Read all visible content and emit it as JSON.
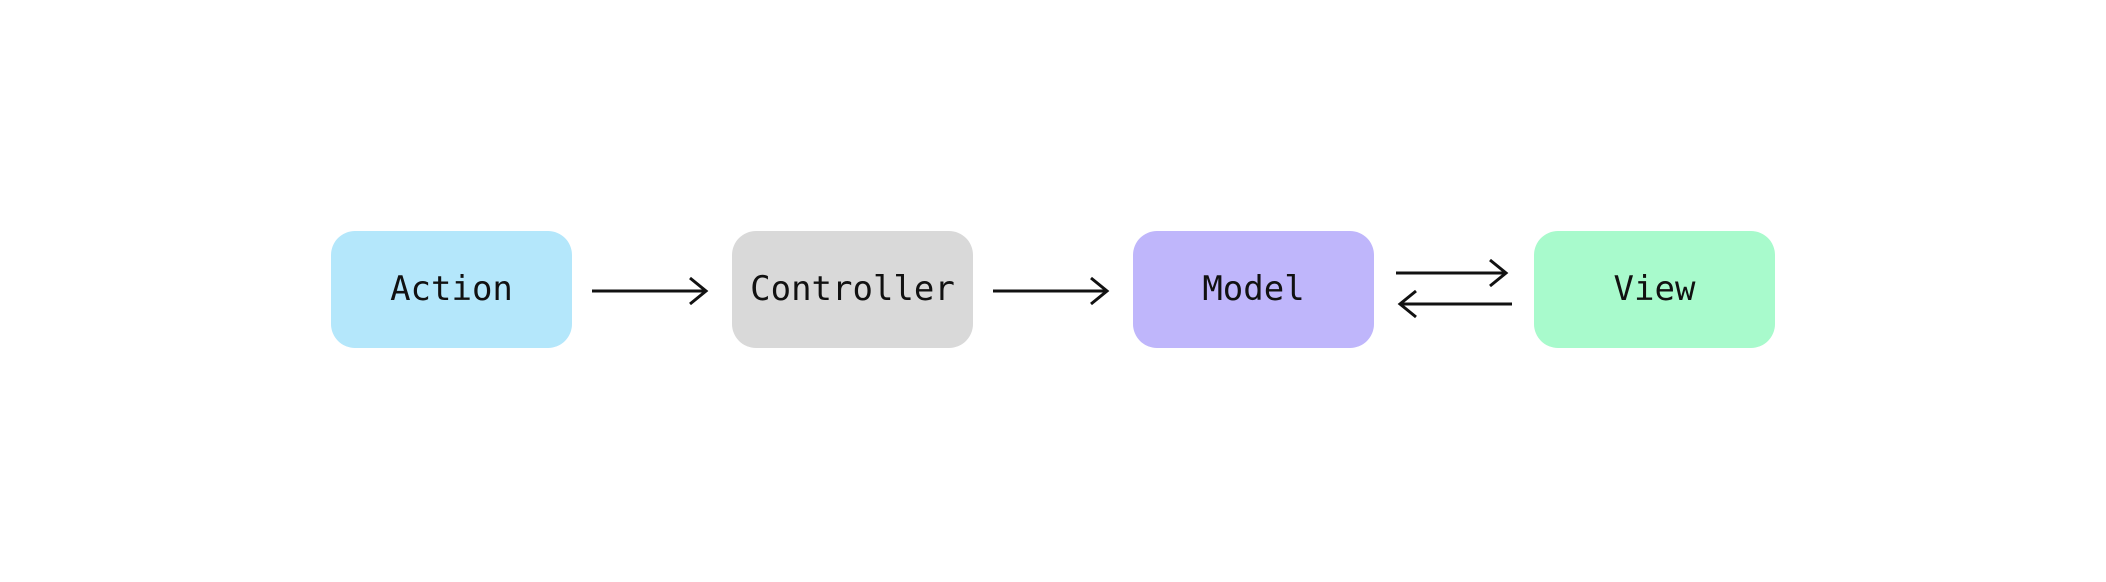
{
  "diagram": {
    "title": "MVC flow diagram",
    "background_color": "#ffffff",
    "arrow_color": "#111111",
    "text_color": "#111111",
    "nodes": [
      {
        "id": "action",
        "label": "Action",
        "fill": "#b4e7fb"
      },
      {
        "id": "controller",
        "label": "Controller",
        "fill": "#d9d9d9"
      },
      {
        "id": "model",
        "label": "Model",
        "fill": "#bfb6fb"
      },
      {
        "id": "view",
        "label": "View",
        "fill": "#a8facc"
      }
    ],
    "edges": [
      {
        "from": "action",
        "to": "controller",
        "direction": "right"
      },
      {
        "from": "controller",
        "to": "model",
        "direction": "right"
      },
      {
        "from": "model",
        "to": "view",
        "direction": "bidirectional"
      }
    ]
  }
}
